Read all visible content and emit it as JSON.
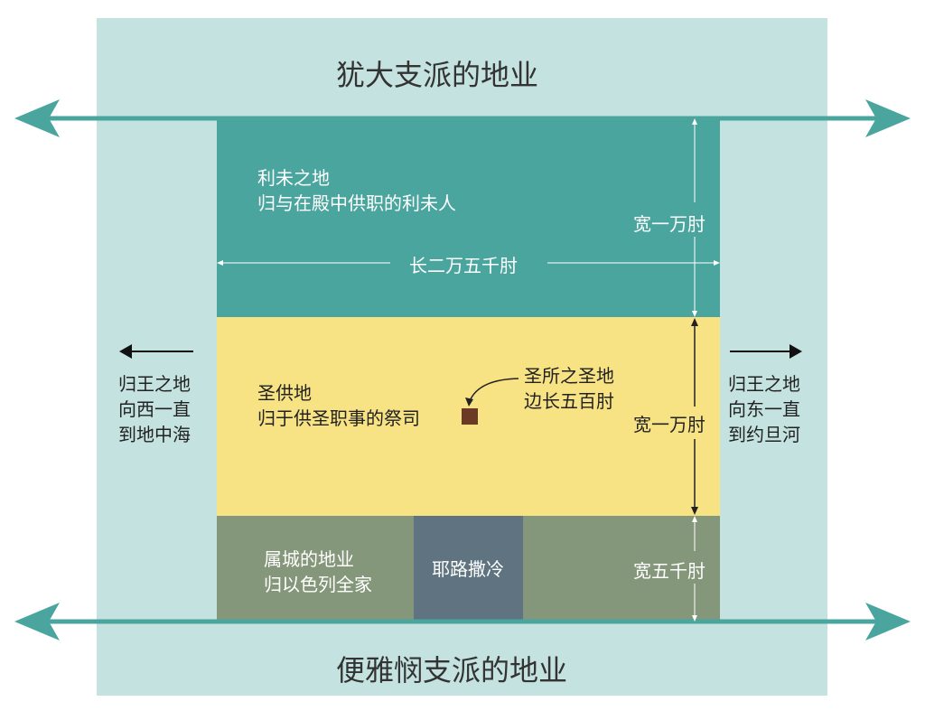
{
  "north_region": "犹大支派的地业",
  "south_region": "便雅悯支派的地业",
  "levite_land": {
    "line1": "利未之地",
    "line2": "归与在殿中供职的利未人"
  },
  "holy_land": {
    "line1": "圣供地",
    "line2": "归于供圣职事的祭司"
  },
  "sanctuary": {
    "line1": "圣所之圣地",
    "line2": "边长五百肘"
  },
  "city_land": {
    "line1": "属城的地业",
    "line2": "归以色列全家"
  },
  "jerusalem": "耶路撒冷",
  "dimensions": {
    "length": "长二万五千肘",
    "levite_width": "宽一万肘",
    "holy_width": "宽一万肘",
    "city_width": "宽五千肘"
  },
  "prince_west": {
    "line1": "归王之地",
    "line2": "向西一直",
    "line3": "到地中海"
  },
  "prince_east": {
    "line1": "归王之地",
    "line2": "向东一直",
    "line3": "到约旦河"
  },
  "colors": {
    "outer": "#c4e2df",
    "levite": "#4aa59e",
    "holy": "#f7e383",
    "city": "#85977a",
    "jerusalem": "#5f7480",
    "sanctuary": "#6b3a26",
    "border_arrow": "#4aa59e"
  }
}
